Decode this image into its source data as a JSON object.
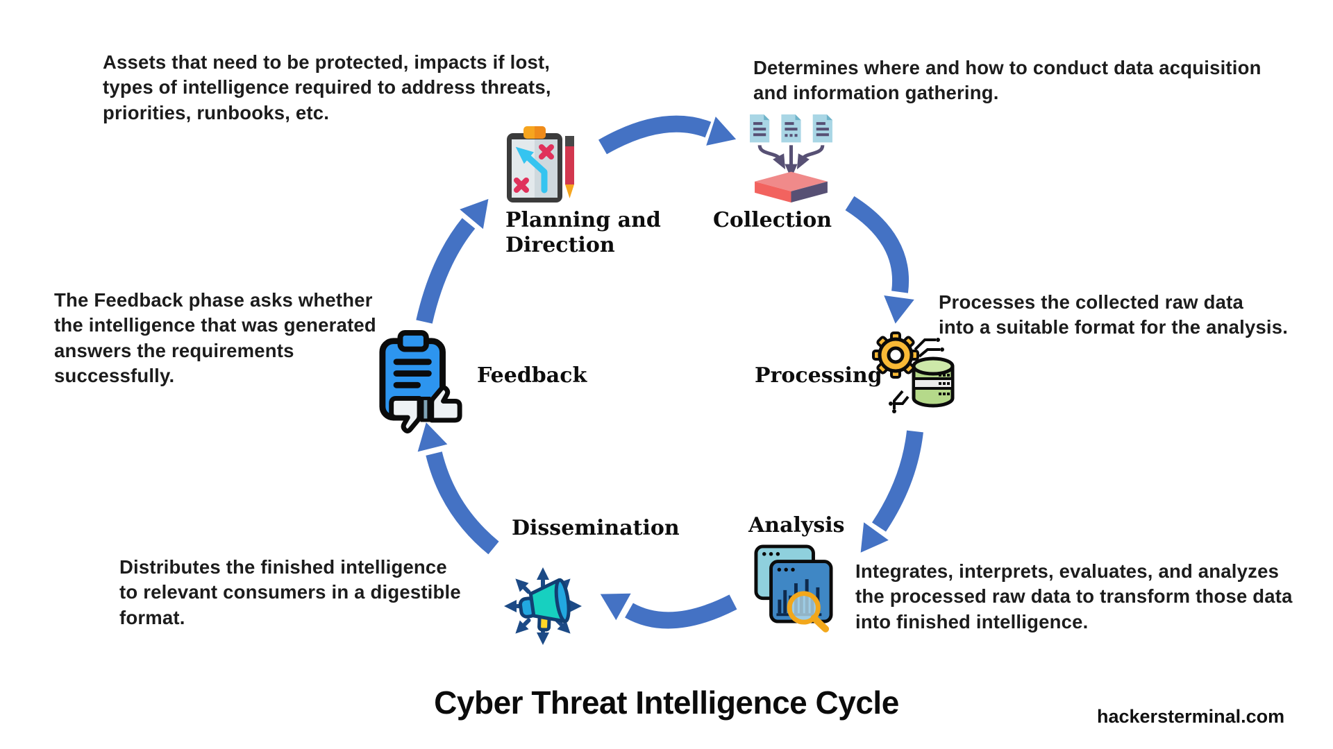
{
  "title": "Cyber Threat Intelligence Cycle",
  "watermark": "hackersterminal.com",
  "colors": {
    "arrow": "#4472c4",
    "text": "#1c1c1c",
    "label": "#0d0d0d"
  },
  "stages": [
    {
      "id": "planning",
      "label": "Planning and\nDirection",
      "icon": "clipboard-strategy-pencil-icon",
      "description": "Assets that need to be protected, impacts if lost,\ntypes of intelligence required to address threats,\npriorities, runbooks, etc."
    },
    {
      "id": "collection",
      "label": "Collection",
      "icon": "documents-to-platform-icon",
      "description": "Determines where and how to conduct data acquisition\nand information gathering."
    },
    {
      "id": "processing",
      "label": "Processing",
      "icon": "gear-database-icon",
      "description": "Processes the collected raw data\ninto a suitable format for the analysis."
    },
    {
      "id": "analysis",
      "label": "Analysis",
      "icon": "chart-window-magnifier-icon",
      "description": "Integrates, interprets, evaluates, and analyzes\nthe processed raw data to transform those data\ninto finished intelligence."
    },
    {
      "id": "dissemination",
      "label": "Dissemination",
      "icon": "megaphone-broadcast-icon",
      "description": "Distributes the finished intelligence\nto relevant consumers in a digestible\nformat."
    },
    {
      "id": "feedback",
      "label": "Feedback",
      "icon": "clipboard-thumbs-icon",
      "description": "The Feedback phase asks whether\nthe intelligence that was generated\nanswers the requirements\nsuccessfully."
    }
  ]
}
